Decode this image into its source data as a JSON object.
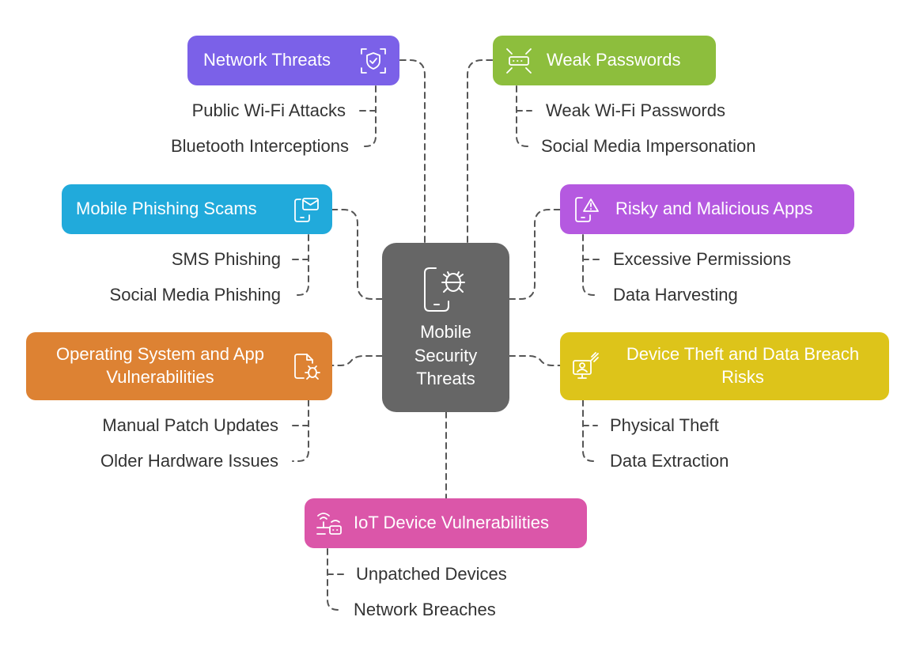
{
  "center": {
    "lines": [
      "Mobile",
      "Security",
      "Threats"
    ],
    "color": "#666666"
  },
  "branches": {
    "network_threats": {
      "label": "Network Threats",
      "color": "#7B61E8",
      "icon": "shield-target-icon",
      "items": [
        "Public Wi-Fi Attacks",
        "Bluetooth Interceptions"
      ]
    },
    "weak_passwords": {
      "label": "Weak Passwords",
      "color": "#8DBE3D",
      "icon": "password-field-icon",
      "items": [
        "Weak Wi-Fi Passwords",
        "Social Media Impersonation"
      ]
    },
    "mobile_phishing": {
      "label": "Mobile Phishing Scams",
      "color": "#21AADB",
      "icon": "phone-mail-icon",
      "items": [
        "SMS Phishing",
        "Social Media Phishing"
      ]
    },
    "risky_apps": {
      "label": "Risky and Malicious Apps",
      "color": "#B559E0",
      "icon": "phone-warning-icon",
      "items": [
        "Excessive Permissions",
        "Data Harvesting"
      ]
    },
    "os_vulnerabilities": {
      "lines": [
        "Operating System and App",
        "Vulnerabilities"
      ],
      "color": "#DD8233",
      "icon": "file-bug-icon",
      "items": [
        "Manual Patch Updates",
        "Older Hardware Issues"
      ]
    },
    "device_theft": {
      "lines": [
        "Device Theft and Data Breach",
        "Risks"
      ],
      "color": "#DDC41A",
      "icon": "monitor-user-icon",
      "items": [
        "Physical Theft",
        "Data Extraction"
      ]
    },
    "iot": {
      "label": "IoT Device Vulnerabilities",
      "color": "#DB56A9",
      "icon": "router-signal-icon",
      "items": [
        "Unpatched Devices",
        "Network Breaches"
      ]
    }
  }
}
